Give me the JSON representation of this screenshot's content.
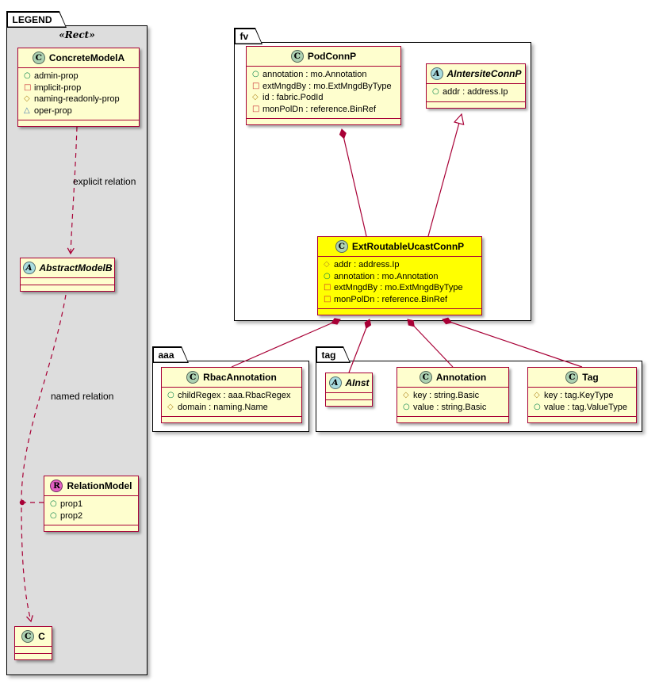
{
  "colors": {
    "relation": "#A80036",
    "class-border": "#A80036",
    "class-fill": "#FEFECE",
    "highlight-fill": "#FFFF00",
    "legend-fill": "#DDDDDD",
    "spot-class": "#ADD1B2",
    "spot-abstract": "#A9DCDF",
    "spot-relation": "#E361C3",
    "icon-public": "#038048",
    "icon-private": "#C82930",
    "icon-protected": "#B38B22",
    "icon-package": "#4177AF"
  },
  "legend": {
    "tab": "LEGEND",
    "stereotype": "«Rect»",
    "explicit_relation_label": "explicit relation",
    "named_relation_label": "named relation"
  },
  "packages": {
    "fv": "fv",
    "aaa": "aaa",
    "tag": "tag"
  },
  "classes": {
    "concreteModelA": {
      "letter": "C",
      "name": "ConcreteModelA",
      "members": [
        {
          "icon": "public",
          "text": "admin-prop"
        },
        {
          "icon": "private",
          "text": "implicit-prop"
        },
        {
          "icon": "protected",
          "text": "naming-readonly-prop"
        },
        {
          "icon": "package",
          "text": "oper-prop"
        }
      ]
    },
    "abstractModelB": {
      "letter": "A",
      "name": "AbstractModelB",
      "members": []
    },
    "relationModel": {
      "letter": "R",
      "name": "RelationModel",
      "members": [
        {
          "icon": "public",
          "text": "prop1"
        },
        {
          "icon": "public",
          "text": "prop2"
        }
      ]
    },
    "cClass": {
      "letter": "C",
      "name": "C",
      "members": []
    },
    "podConnP": {
      "letter": "C",
      "name": "PodConnP",
      "members": [
        {
          "icon": "public",
          "text": "annotation : mo.Annotation"
        },
        {
          "icon": "private",
          "text": "extMngdBy : mo.ExtMngdByType"
        },
        {
          "icon": "protected",
          "text": "id : fabric.PodId"
        },
        {
          "icon": "private",
          "text": "monPolDn : reference.BinRef"
        }
      ]
    },
    "aIntersiteConnP": {
      "letter": "A",
      "name": "AIntersiteConnP",
      "members": [
        {
          "icon": "public",
          "text": "addr : address.Ip"
        }
      ]
    },
    "extRoutableUcastConnP": {
      "letter": "C",
      "name": "ExtRoutableUcastConnP",
      "members": [
        {
          "icon": "protected",
          "text": "addr : address.Ip"
        },
        {
          "icon": "public",
          "text": "annotation : mo.Annotation"
        },
        {
          "icon": "private",
          "text": "extMngdBy : mo.ExtMngdByType"
        },
        {
          "icon": "private",
          "text": "monPolDn : reference.BinRef"
        }
      ]
    },
    "rbacAnnotation": {
      "letter": "C",
      "name": "RbacAnnotation",
      "members": [
        {
          "icon": "public",
          "text": "childRegex : aaa.RbacRegex"
        },
        {
          "icon": "protected",
          "text": "domain : naming.Name"
        }
      ]
    },
    "aInst": {
      "letter": "A",
      "name": "AInst",
      "members": []
    },
    "annotation": {
      "letter": "C",
      "name": "Annotation",
      "members": [
        {
          "icon": "protected",
          "text": "key : string.Basic"
        },
        {
          "icon": "public",
          "text": "value : string.Basic"
        }
      ]
    },
    "tagClass": {
      "letter": "C",
      "name": "Tag",
      "members": [
        {
          "icon": "protected",
          "text": "key : tag.KeyType"
        },
        {
          "icon": "public",
          "text": "value : tag.ValueType"
        }
      ]
    }
  }
}
